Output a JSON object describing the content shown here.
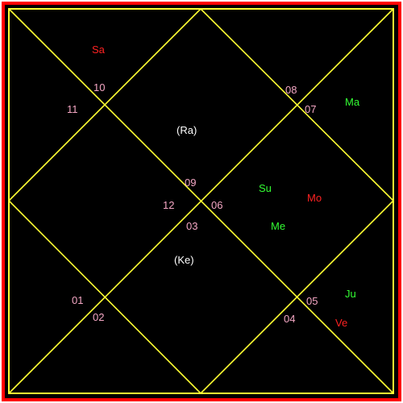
{
  "colors": {
    "background": "#000000",
    "border": "#ff0000",
    "lines": "#ffff33",
    "house_number": "#f5a7c4",
    "benefic": "#33ff33",
    "malefic": "#ff2222",
    "node": "#ffffff"
  },
  "houses": [
    "01",
    "02",
    "03",
    "04",
    "05",
    "06",
    "07",
    "08",
    "09",
    "10",
    "11",
    "12"
  ],
  "planets": [
    {
      "label": "Sa",
      "color": "#ff2222"
    },
    {
      "label": "(Ra)",
      "color": "#ffffff"
    },
    {
      "label": "Ma",
      "color": "#33ff33"
    },
    {
      "label": "Su",
      "color": "#33ff33"
    },
    {
      "label": "Mo",
      "color": "#ff2222"
    },
    {
      "label": "Me",
      "color": "#33ff33"
    },
    {
      "label": "(Ke)",
      "color": "#ffffff"
    },
    {
      "label": "Ju",
      "color": "#33ff33"
    },
    {
      "label": "Ve",
      "color": "#ff2222"
    }
  ]
}
